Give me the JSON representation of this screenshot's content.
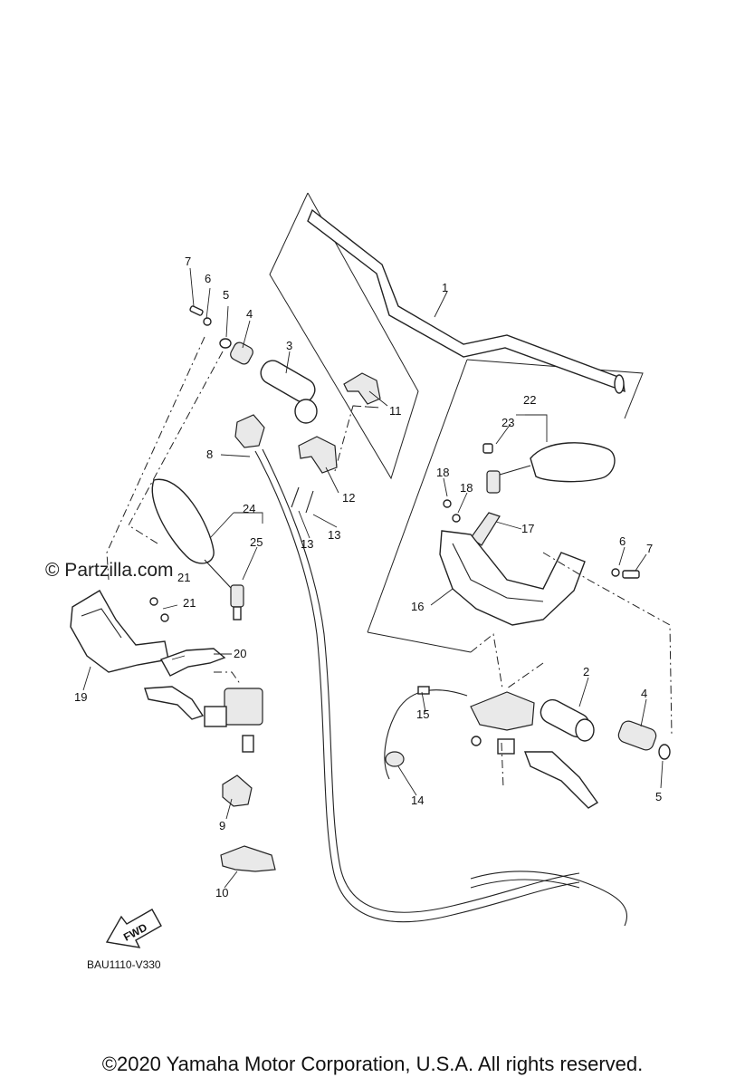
{
  "watermark": "© Partzilla.com",
  "diagram_code": "BAU1110-V330",
  "fwd_label": "FWD",
  "copyright": "©2020 Yamaha Motor Corporation, U.S.A. All rights reserved.",
  "callouts": [
    {
      "n": "1"
    },
    {
      "n": "2"
    },
    {
      "n": "3"
    },
    {
      "n": "4"
    },
    {
      "n": "4"
    },
    {
      "n": "5"
    },
    {
      "n": "5"
    },
    {
      "n": "6"
    },
    {
      "n": "6"
    },
    {
      "n": "7"
    },
    {
      "n": "7"
    },
    {
      "n": "8"
    },
    {
      "n": "9"
    },
    {
      "n": "10"
    },
    {
      "n": "11"
    },
    {
      "n": "12"
    },
    {
      "n": "13"
    },
    {
      "n": "13"
    },
    {
      "n": "14"
    },
    {
      "n": "15"
    },
    {
      "n": "16"
    },
    {
      "n": "17"
    },
    {
      "n": "18"
    },
    {
      "n": "18"
    },
    {
      "n": "19"
    },
    {
      "n": "20"
    },
    {
      "n": "21"
    },
    {
      "n": "21"
    },
    {
      "n": "22"
    },
    {
      "n": "23"
    },
    {
      "n": "24"
    },
    {
      "n": "25"
    }
  ]
}
